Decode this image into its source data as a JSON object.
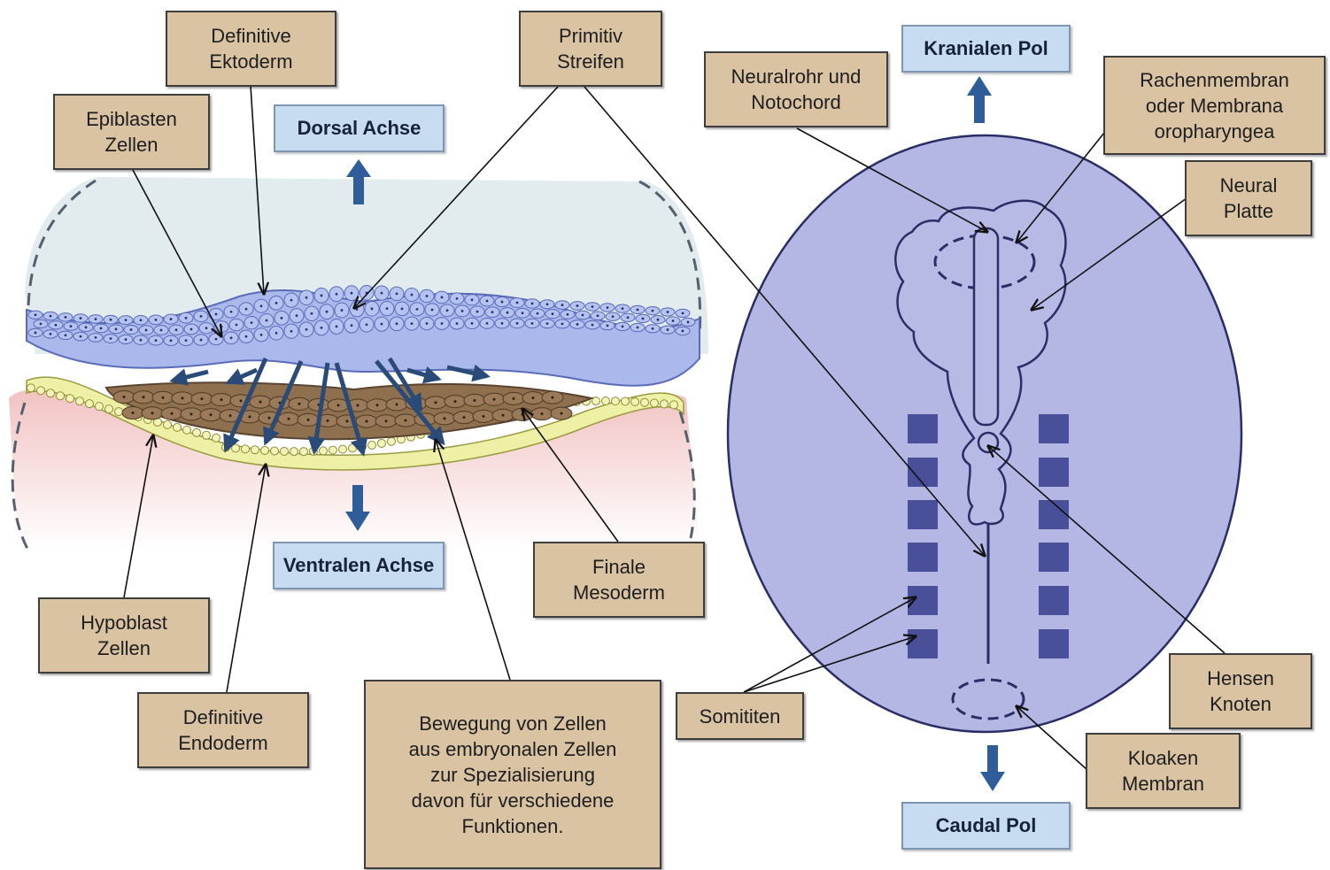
{
  "axes": {
    "dorsal": "Dorsal Achse",
    "ventral": "Ventralen Achse",
    "cranial": "Kranialen Pol",
    "caudal": "Caudal Pol"
  },
  "labels": {
    "definitive_ectoderm": "Definitive\nEktoderm",
    "primitive_streak": "Primitiv\nStreifen",
    "epiblast_cells": "Epiblasten\nZellen",
    "hypoblast_cells": "Hypoblast\nZellen",
    "definitive_endoderm": "Definitive\nEndoderm",
    "cell_movement": "Bewegung von Zellen\naus embryonalen Zellen\nzur Spezialisierung\ndavon für verschiedene\nFunktionen.",
    "final_mesoderm": "Finale\nMesoderm",
    "somites": "Somititen",
    "neural_tube_notochord": "Neuralrohr und\nNotochord",
    "oropharyngeal_membrane": "Rachenmembran\noder Membrana\noropharyngea",
    "neural_plate": "Neural\nPlatte",
    "hensen_node": "Hensen\nKnoten",
    "cloacal_membrane": "Kloaken\nMembran"
  },
  "colors": {
    "label_fill": "#d9c3a3",
    "axis_fill": "#c7dcf0",
    "arrow_blue": "#2f5d9a",
    "epiblast": "#aab8ec",
    "mesoderm": "#8e6f4e",
    "hypoblast": "#eef0a6",
    "disc": "#b4b6e4",
    "somite": "#4a4f9a"
  }
}
